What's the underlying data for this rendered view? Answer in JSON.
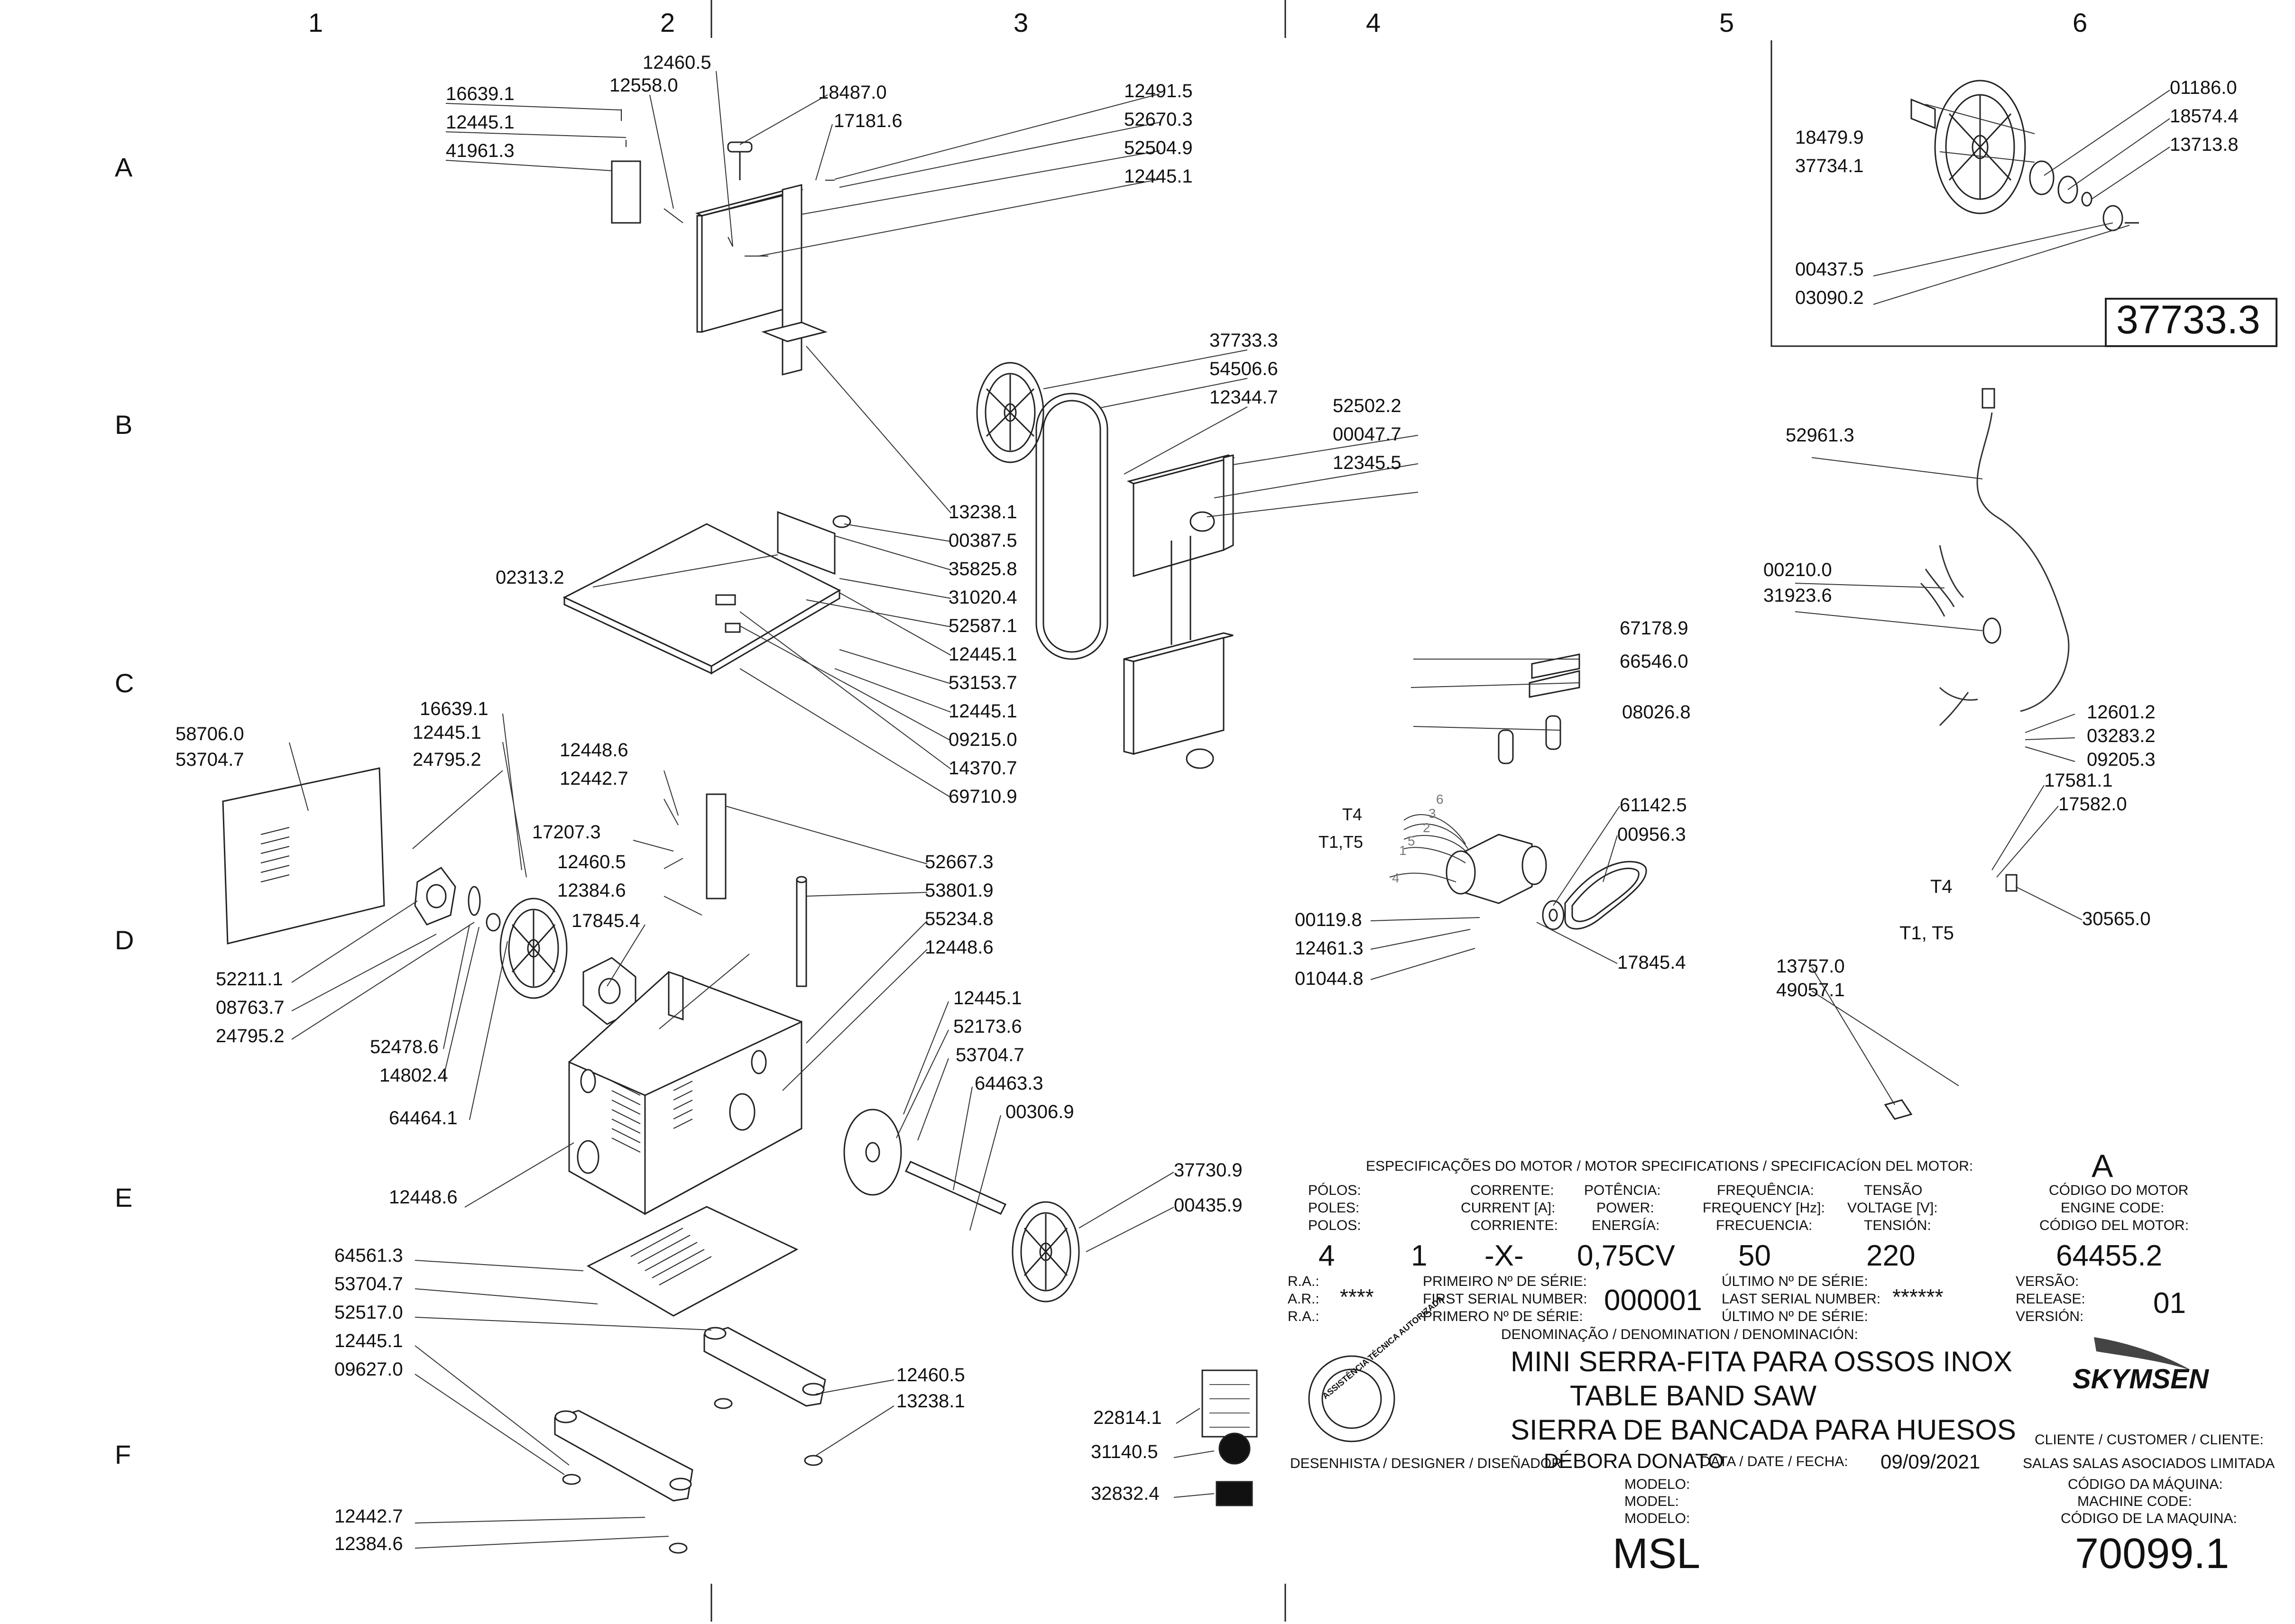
{
  "grid": {
    "cols": [
      "1",
      "2",
      "3",
      "4",
      "5",
      "6"
    ],
    "rows": [
      "A",
      "B",
      "C",
      "D",
      "E",
      "F"
    ]
  },
  "parts": {
    "p16639_1a": "16639.1",
    "p12445_1a": "12445.1",
    "p41961_3": "41961.3",
    "p12460_5a": "12460.5",
    "p12558_0": "12558.0",
    "p18487_0": "18487.0",
    "p17181_6": "17181.6",
    "p12491_5": "12491.5",
    "p52670_3": "52670.3",
    "p52504_9": "52504.9",
    "p12445_1b": "12445.1",
    "p18479_9": "18479.9",
    "p37734_1": "37734.1",
    "p01186_0": "01186.0",
    "p18574_4": "18574.4",
    "p13713_8": "13713.8",
    "p00437_5": "00437.5",
    "p03090_2": "03090.2",
    "p37733_3a": "37733.3",
    "p54506_6": "54506.6",
    "p12344_7": "12344.7",
    "p52502_2": "52502.2",
    "p00047_7": "00047.7",
    "p12345_5": "12345.5",
    "p52961_3": "52961.3",
    "p13238_1a": "13238.1",
    "p00387_5": "00387.5",
    "p35825_8": "35825.8",
    "p31020_4": "31020.4",
    "p52587_1": "52587.1",
    "p12445_1c": "12445.1",
    "p53153_7": "53153.7",
    "p12445_1d": "12445.1",
    "p09215_0": "09215.0",
    "p14370_7": "14370.7",
    "p69710_9": "69710.9",
    "p02313_2": "02313.2",
    "p00210_0": "00210.0",
    "p31923_6": "31923.6",
    "p67178_9": "67178.9",
    "p66546_0": "66546.0",
    "p08026_8": "08026.8",
    "p58706_0": "58706.0",
    "p53704_7a": "53704.7",
    "p16639_1b": "16639.1",
    "p12445_1e": "12445.1",
    "p24795_2a": "24795.2",
    "p12448_6a": "12448.6",
    "p12442_7a": "12442.7",
    "p17207_3": "17207.3",
    "p12460_5b": "12460.5",
    "p12384_6a": "12384.6",
    "p17845_4a": "17845.4",
    "p52667_3": "52667.3",
    "p53801_9": "53801.9",
    "p55234_8": "55234.8",
    "p12448_6b": "12448.6",
    "p52211_1": "52211.1",
    "p08763_7": "08763.7",
    "p24795_2b": "24795.2",
    "p52478_6": "52478.6",
    "p14802_4": "14802.4",
    "p64464_1": "64464.1",
    "p12601_2": "12601.2",
    "p03283_2": "03283.2",
    "p09205_3": "09205.3",
    "p17581_1": "17581.1",
    "p17582_0": "17582.0",
    "p30565_0": "30565.0",
    "p61142_5": "61142.5",
    "p00956_3": "00956.3",
    "p00119_8": "00119.8",
    "p12461_3": "12461.3",
    "p01044_8": "01044.8",
    "p17845_4b": "17845.4",
    "p13757_0": "13757.0",
    "p49057_1": "49057.1",
    "p12445_1f": "12445.1",
    "p52173_6": "52173.6",
    "p53704_7b": "53704.7",
    "p64463_3": "64463.3",
    "p00306_9": "00306.9",
    "p37730_9": "37730.9",
    "p00435_9": "00435.9",
    "p12448_6c": "12448.6",
    "p64561_3": "64561.3",
    "p53704_7c": "53704.7",
    "p52517_0": "52517.0",
    "p12445_1g": "12445.1",
    "p09627_0": "09627.0",
    "p12460_5c": "12460.5",
    "p13238_1b": "13238.1",
    "p12442_7b": "12442.7",
    "p12384_6b": "12384.6",
    "p22814_1": "22814.1",
    "p31140_5": "31140.5",
    "p32832_4": "32832.4",
    "t4a": "T4",
    "t1t5a": "T1,T5",
    "t4b": "T4",
    "t1t5b": "T1, T5",
    "w1": "1",
    "w2": "2",
    "w3": "3",
    "w4": "4",
    "w5": "5",
    "w6": "6"
  },
  "inset_box": {
    "code": "37733.3"
  },
  "motor_spec": {
    "heading": "ESPECIFICAÇÕES DO MOTOR / MOTOR SPECIFICATIONS / SPECIFICACÍON DEL MOTOR:",
    "revision": "A",
    "poles_label": [
      "PÓLOS:",
      "POLES:",
      "POLOS:"
    ],
    "current_label": [
      "CORRENTE:",
      "CURRENT [A]:",
      "CORRIENTE:"
    ],
    "power_label": [
      "POTÊNCIA:",
      "POWER:",
      "ENERGÍA:"
    ],
    "freq_label": [
      "FREQUÊNCIA:",
      "FREQUENCY [Hz]:",
      "FRECUENCIA:"
    ],
    "volt_label": [
      "TENSÃO",
      "VOLTAGE [V]:",
      "TENSIÓN:"
    ],
    "motor_code_label": [
      "CÓDIGO DO MOTOR",
      "ENGINE CODE:",
      "CÓDIGO DEL MOTOR:"
    ],
    "poles": "4",
    "phase": "1",
    "current": "-X-",
    "power": "0,75CV",
    "frequency": "50",
    "voltage": "220",
    "motor_code": "64455.2"
  },
  "serials": {
    "ra_label": [
      "R.A.:",
      "A.R.:",
      "R.A.:"
    ],
    "ra_value": "****",
    "first_label": [
      "PRIMEIRO Nº DE SÉRIE:",
      "FIRST SERIAL NUMBER:",
      "PRIMERO Nº DE SÉRIE:"
    ],
    "first_value": "000001",
    "last_label": [
      "ÚLTIMO Nº DE SÉRIE:",
      "LAST SERIAL NUMBER:",
      "ÚLTIMO Nº DE SÉRIE:"
    ],
    "last_value": "******",
    "version_label": [
      "VERSÃO:",
      "RELEASE:",
      "VERSIÓN:"
    ],
    "version_value": "01"
  },
  "title_block": {
    "denom_label": "DENOMINAÇÃO / DENOMINATION / DENOMINACIÓN:",
    "name_pt": "MINI SERRA-FITA PARA OSSOS INOX",
    "name_en": "TABLE BAND SAW",
    "name_es": "SIERRA DE BANCADA PARA HUESOS",
    "brand": "SKYMSEN",
    "seal_text": "ASSISTÊNCIA TÉCNICA AUTORIZADA",
    "designer_label": "DESENHISTA / DESIGNER / DISEÑADOR:",
    "designer": "DÉBORA DONATO",
    "date_label": "DATA / DATE / FECHA:",
    "date": "09/09/2021",
    "client_label": "CLIENTE / CUSTOMER / CLIENTE:",
    "client": "SALAS SALAS ASOCIADOS LIMITADA",
    "model_label": [
      "MODELO:",
      "MODEL:",
      "MODELO:"
    ],
    "model": "MSL",
    "machine_code_label": [
      "CÓDIGO DA MÁQUINA:",
      "MACHINE CODE:",
      "CÓDIGO DE LA MAQUINA:"
    ],
    "machine_code": "70099.1"
  }
}
